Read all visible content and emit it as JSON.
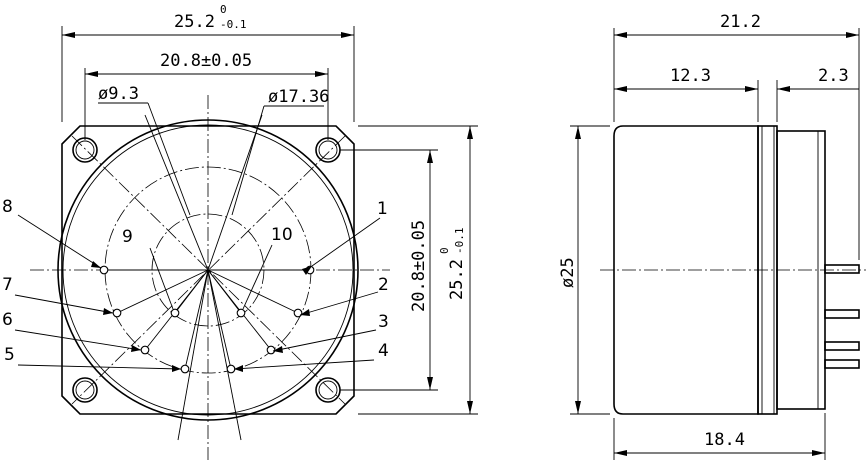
{
  "front_view": {
    "overall_width": {
      "main": "25.2",
      "upper": "0",
      "lower": "-0.1"
    },
    "hole_spacing_width": "20.8±0.05",
    "inner_circle_diameter": "ø9.3",
    "pin_circle_diameter": "ø17.36",
    "hole_spacing_height": "20.8±0.05",
    "overall_height": {
      "main": "25.2",
      "upper": "0",
      "lower": "-0.1"
    },
    "pin_labels": [
      "1",
      "2",
      "3",
      "4",
      "5",
      "6",
      "7",
      "8",
      "9",
      "10"
    ]
  },
  "side_view": {
    "overall_length": "21.2",
    "body_section": "12.3",
    "flange_section": "2.3",
    "diameter": "ø25",
    "body_length": "18.4"
  }
}
